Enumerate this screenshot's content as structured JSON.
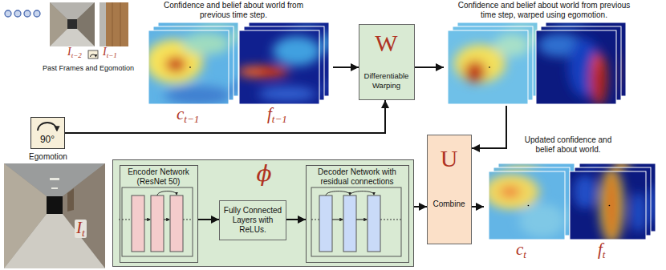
{
  "diagram": {
    "nodes": [
      {
        "text": [
          "Confidence and belief about world from previous time step.",
          "ct−1",
          "ft−1"
        ]
      },
      {
        "text": [
          "W",
          "Differentiable Warping"
        ]
      },
      {
        "text": [
          "Confidence and belief about world from previous time step, warped using egomotion."
        ]
      },
      {
        "text": [
          "90°",
          "Egomotion"
        ]
      },
      {
        "text": [
          "It"
        ]
      },
      {
        "text": [
          "ϕ"
        ]
      },
      {
        "text": [
          "Encoder Network (ResNet 50)"
        ],
        "in": 5
      },
      {
        "text": [
          "Fully Connected Layers with ReLUs."
        ],
        "in": 5
      },
      {
        "text": [
          "Decoder Network with residual connections"
        ],
        "in": 5
      },
      {
        "text": [
          "U",
          "Combine"
        ]
      },
      {
        "text": [
          "Updated confidence and belief about world.",
          "ct",
          "ft"
        ]
      }
    ],
    "edges": [
      {
        "from": 0,
        "to": 1,
        "arrow": "to"
      },
      {
        "from": 3,
        "to": 1,
        "arrow": "to"
      },
      {
        "from": 1,
        "to": 2,
        "arrow": "to"
      },
      {
        "from": 2,
        "to": 9,
        "arrow": "to"
      },
      {
        "from": 5,
        "to": 9,
        "arrow": "to"
      },
      {
        "from": 9,
        "to": 10,
        "arrow": "to"
      },
      {
        "from": 6,
        "to": 7,
        "arrow": "to"
      },
      {
        "from": 7,
        "to": 8,
        "arrow": "to"
      }
    ],
    "labels": [
      "It−2",
      "It−1",
      "Past Frames and Egomotion"
    ]
  }
}
